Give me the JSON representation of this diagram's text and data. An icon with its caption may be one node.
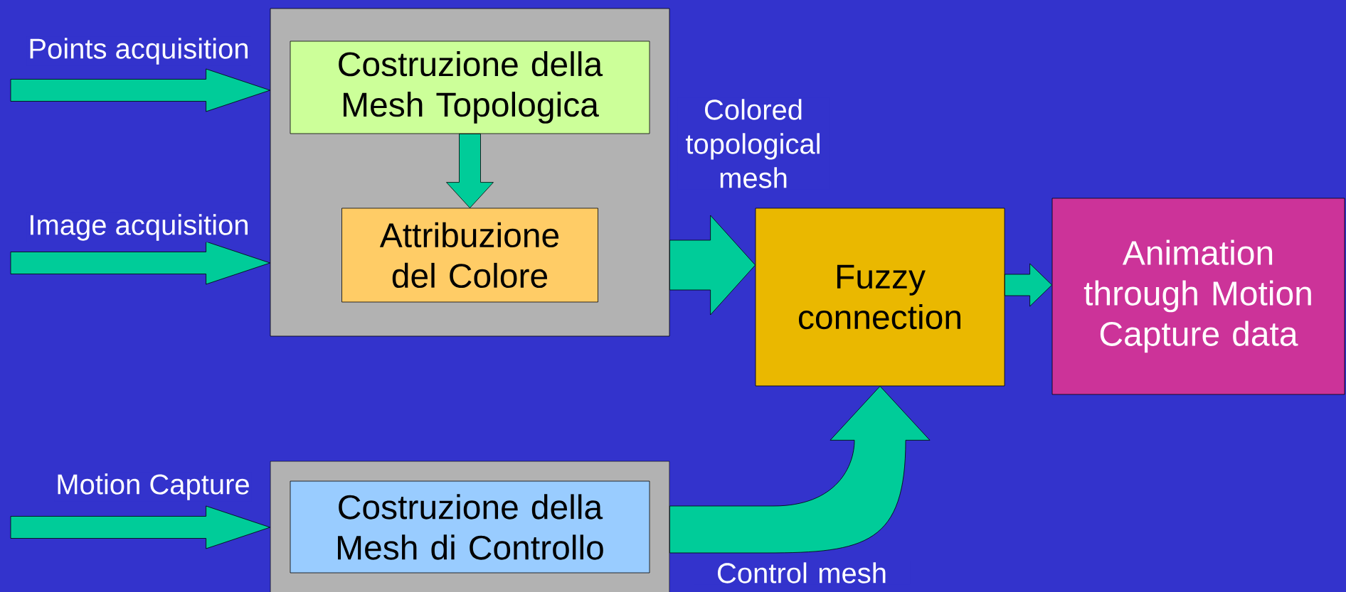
{
  "diagram": {
    "nodes": [
      {
        "text": [],
        "shape": "box"
      },
      {
        "text": [
          "Costruzione della Mesh Topologica"
        ],
        "in": 0
      },
      {
        "text": [
          "Attribuzione del Colore"
        ],
        "in": 0
      },
      {
        "text": [
          "Fuzzy connection"
        ]
      },
      {
        "text": [
          "Animation through Motion Capture data"
        ]
      },
      {
        "text": [],
        "shape": "box"
      },
      {
        "text": [
          "Costruzione della Mesh di Controllo"
        ],
        "in": 5
      }
    ],
    "edges": [
      {
        "from": null,
        "to": 0,
        "arrow": "to",
        "label": "Points acquisition"
      },
      {
        "from": null,
        "to": 0,
        "arrow": "to",
        "label": "Image acquisition"
      },
      {
        "from": null,
        "to": 5,
        "arrow": "to",
        "label": "Motion Capture"
      },
      {
        "from": 1,
        "to": 2,
        "arrow": "to"
      },
      {
        "from": 0,
        "to": 3,
        "arrow": "to",
        "label": "Colored topological mesh"
      },
      {
        "from": 3,
        "to": 4,
        "arrow": "to"
      },
      {
        "from": 5,
        "to": 3,
        "arrow": "to",
        "label": "Control mesh"
      }
    ]
  }
}
